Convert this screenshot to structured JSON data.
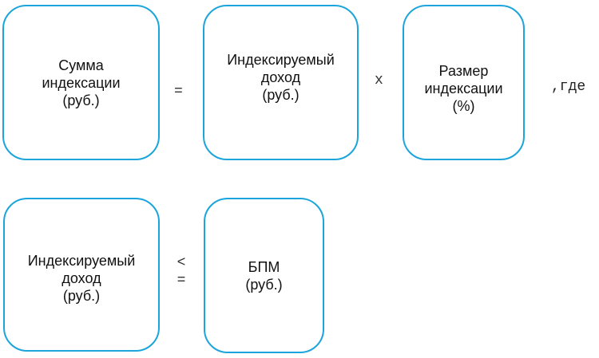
{
  "formula1": {
    "result": {
      "label": "Сумма\nиндексации\n(руб.)"
    },
    "equals": "=",
    "operand1": {
      "label": "Индексируемый\nдоход\n(руб.)"
    },
    "multiply": "x",
    "operand2": {
      "label": "Размер\nиндексации\n(%)"
    },
    "suffix": ",где"
  },
  "formula2": {
    "left": {
      "label": "Индексируемый\nдоход\n(руб.)"
    },
    "relation_top": "<",
    "relation_bottom": "=",
    "right": {
      "label": "БПМ\n(руб.)"
    }
  },
  "colors": {
    "box_border": "#1ba5dc",
    "text": "#111111",
    "background": "#ffffff"
  }
}
